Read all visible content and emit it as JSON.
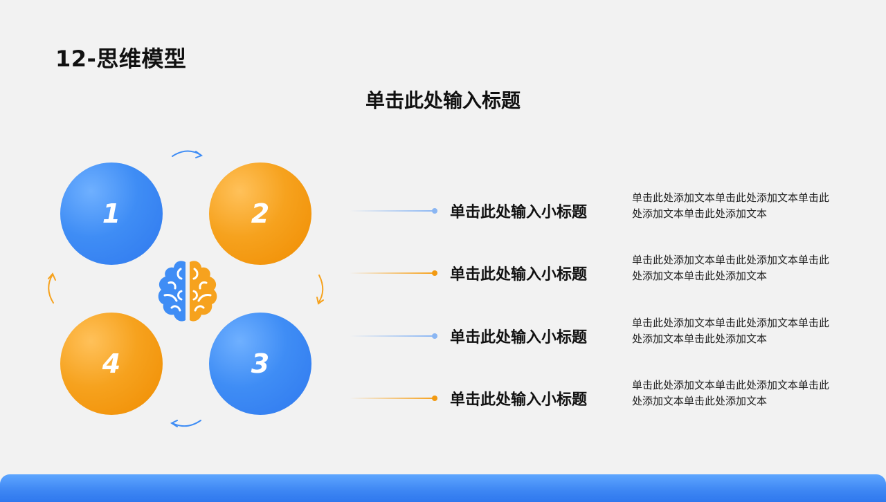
{
  "slide": {
    "title": "12-思维模型",
    "heading": "单击此处输入标题"
  },
  "cycle": {
    "circles": [
      {
        "label": "1",
        "color": "blue"
      },
      {
        "label": "2",
        "color": "orange"
      },
      {
        "label": "3",
        "color": "blue"
      },
      {
        "label": "4",
        "color": "orange"
      }
    ],
    "center_icon": "brain-icon",
    "arrow_icons": [
      "curved-arrow-top-icon",
      "curved-arrow-right-icon",
      "curved-arrow-bottom-icon",
      "curved-arrow-left-icon"
    ]
  },
  "items": [
    {
      "subtitle": "单击此处输入小标题",
      "text": "单击此处添加文本单击此处添加文本单击此处添加文本单击此处添加文本",
      "accent": "blue"
    },
    {
      "subtitle": "单击此处输入小标题",
      "text": "单击此处添加文本单击此处添加文本单击此处添加文本单击此处添加文本",
      "accent": "orange"
    },
    {
      "subtitle": "单击此处输入小标题",
      "text": "单击此处添加文本单击此处添加文本单击此处添加文本单击此处添加文本",
      "accent": "blue"
    },
    {
      "subtitle": "单击此处输入小标题",
      "text": "单击此处添加文本单击此处添加文本单击此处添加文本单击此处添加文本",
      "accent": "orange"
    }
  ],
  "colors": {
    "blue": "#3f8df5",
    "orange": "#f6a21e",
    "background": "#f2f2f2"
  }
}
